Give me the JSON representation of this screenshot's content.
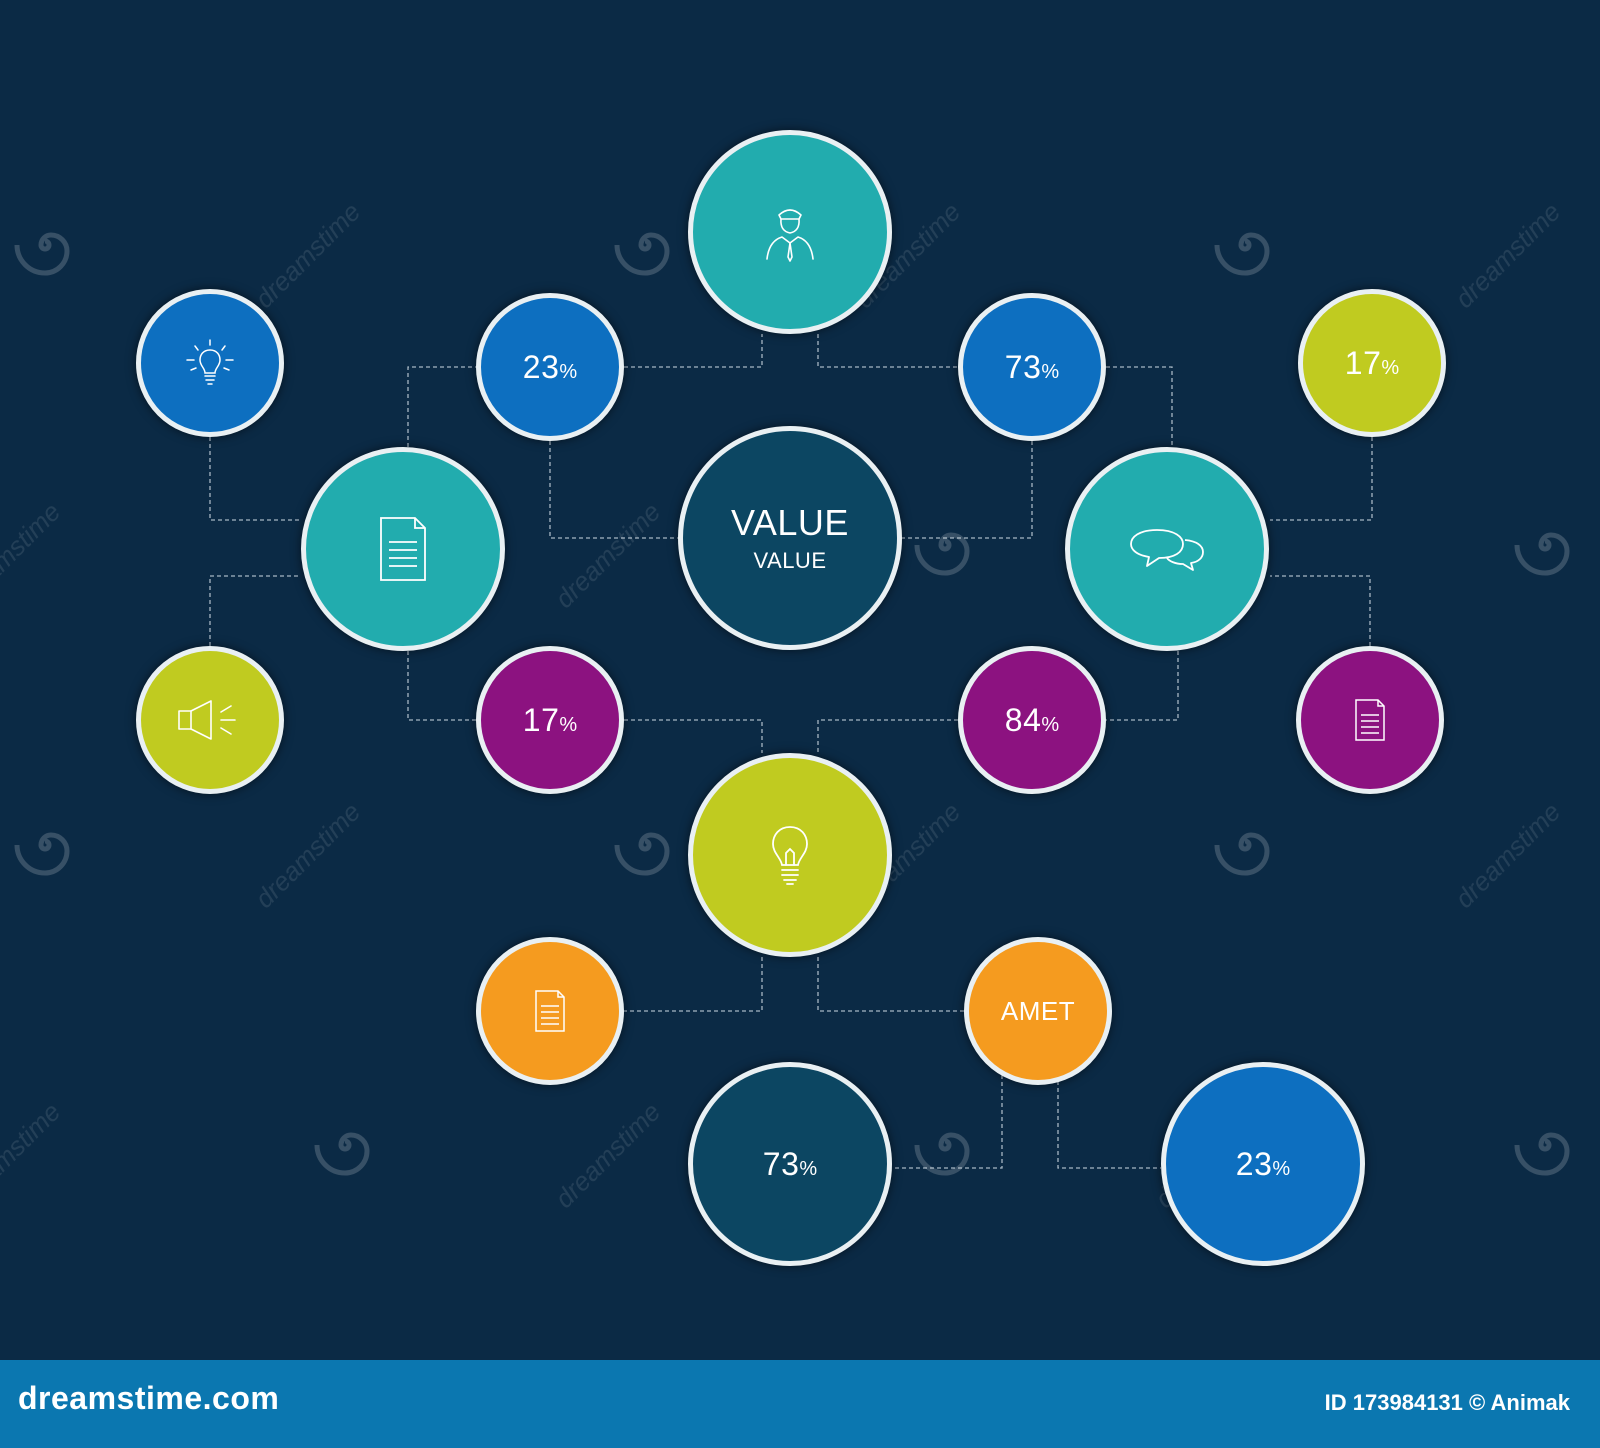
{
  "colors": {
    "background": "#0b2a45",
    "teal": "#22acae",
    "blue": "#0d6fc0",
    "lime": "#c0cb20",
    "purple": "#8c1280",
    "orange": "#f59b1f",
    "navy": "#0c4662",
    "footer": "#0b77b0"
  },
  "center": {
    "title": "VALUE",
    "subtitle": "VALUE"
  },
  "nodes": {
    "top_person": {
      "icon": "person-icon"
    },
    "left_document": {
      "icon": "document-icon"
    },
    "right_chat": {
      "icon": "chat-bubbles-icon"
    },
    "bottom_bulb": {
      "icon": "lightbulb-icon"
    },
    "tl_bulb": {
      "icon": "lightbulb-glow-icon"
    },
    "tl_pct": {
      "value": "23",
      "unit": "%"
    },
    "tr_pct_blue": {
      "value": "73",
      "unit": "%"
    },
    "tr_pct_lime": {
      "value": "17",
      "unit": "%"
    },
    "ml_speaker": {
      "icon": "speaker-icon"
    },
    "ml_pct": {
      "value": "17",
      "unit": "%"
    },
    "mr_pct": {
      "value": "84",
      "unit": "%"
    },
    "mr_document": {
      "icon": "document-icon"
    },
    "bl_document": {
      "icon": "document-icon"
    },
    "amet": {
      "label": "AMET"
    },
    "bottom_pct_navy": {
      "value": "73",
      "unit": "%"
    },
    "bottom_pct_blue": {
      "value": "23",
      "unit": "%"
    }
  },
  "watermark": {
    "text": "dreamstime"
  },
  "footer": {
    "brand": "dreamstime.com",
    "id_text": "ID 173984131 © Animak"
  }
}
